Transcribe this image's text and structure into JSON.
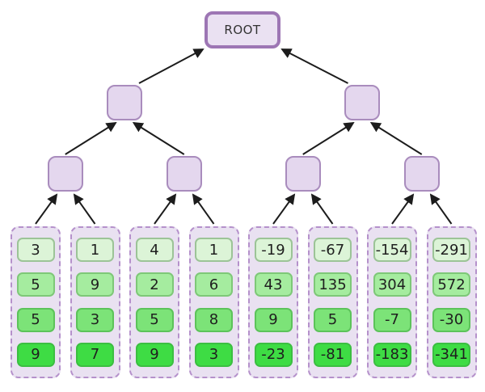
{
  "diagram": {
    "root_label": "ROOT",
    "columns": [
      {
        "values": [
          "3",
          "5",
          "5",
          "9"
        ]
      },
      {
        "values": [
          "1",
          "9",
          "3",
          "7"
        ]
      },
      {
        "values": [
          "4",
          "2",
          "5",
          "9"
        ]
      },
      {
        "values": [
          "1",
          "6",
          "8",
          "3"
        ]
      },
      {
        "values": [
          "-19",
          "43",
          "9",
          "-23"
        ]
      },
      {
        "values": [
          "-67",
          "135",
          "5",
          "-81"
        ]
      },
      {
        "values": [
          "-154",
          "304",
          "-7",
          "-183"
        ]
      },
      {
        "values": [
          "-291",
          "572",
          "-30",
          "-341"
        ]
      }
    ]
  },
  "colors": {
    "root_fill": "#eae1f2",
    "root_border": "#9d76b4",
    "node_fill": "#e4d7ee",
    "node_border": "#a98cbd",
    "column_fill": "#e9e1f1",
    "column_border": "#b591cb",
    "arrow": "#1c1c1c",
    "cell_text": "#1f1f1f",
    "cell_fills": [
      "#dcf4d7",
      "#a5ec9f",
      "#7ce378",
      "#3edc44"
    ],
    "cell_borders": [
      "#9cc497",
      "#7ec878",
      "#5cc35a",
      "#3cbe42"
    ]
  }
}
